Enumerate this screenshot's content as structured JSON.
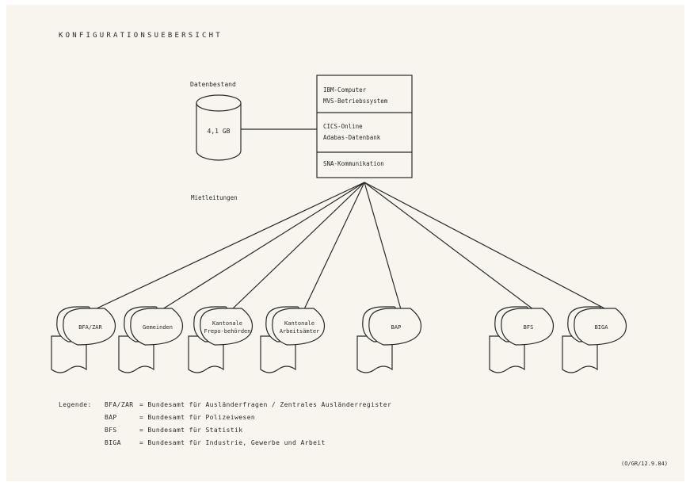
{
  "title": "KONFIGURATIONSUEBERSICHT",
  "storage": {
    "label": "Datenbestand",
    "size": "4,1 GB"
  },
  "mainframe": {
    "line1": "IBM-Computer",
    "line2": "MVS-Betriebssystem",
    "line3": "CICS-Online",
    "line4": "Adabas-Datenbank",
    "line5": "SNA-Kommunikation"
  },
  "connection_label": "Mietleitungen",
  "terminals": [
    {
      "label": [
        "BFA/ZAR"
      ]
    },
    {
      "label": [
        "Gemeinden"
      ]
    },
    {
      "label": [
        "Kantonale",
        "Frepo-behörden"
      ]
    },
    {
      "label": [
        "Kantonale",
        "Arbeitsämter"
      ]
    },
    {
      "label": [
        "BAP"
      ]
    },
    {
      "label": [
        "BFS"
      ]
    },
    {
      "label": [
        "BIGA"
      ]
    }
  ],
  "legend": {
    "heading": "Legende:",
    "entries": [
      {
        "abbr": "BFA/ZAR",
        "text": "= Bundesamt für Ausländerfragen / Zentrales Ausländerregister"
      },
      {
        "abbr": "BAP",
        "text": "= Bundesamt für Polizeiwesen"
      },
      {
        "abbr": "BFS",
        "text": "= Bundesamt für Statistik"
      },
      {
        "abbr": "BIGA",
        "text": "= Bundesamt für Industrie, Gewerbe und Arbeit"
      }
    ]
  },
  "footer_ref": "(O/GR/12.9.84)"
}
